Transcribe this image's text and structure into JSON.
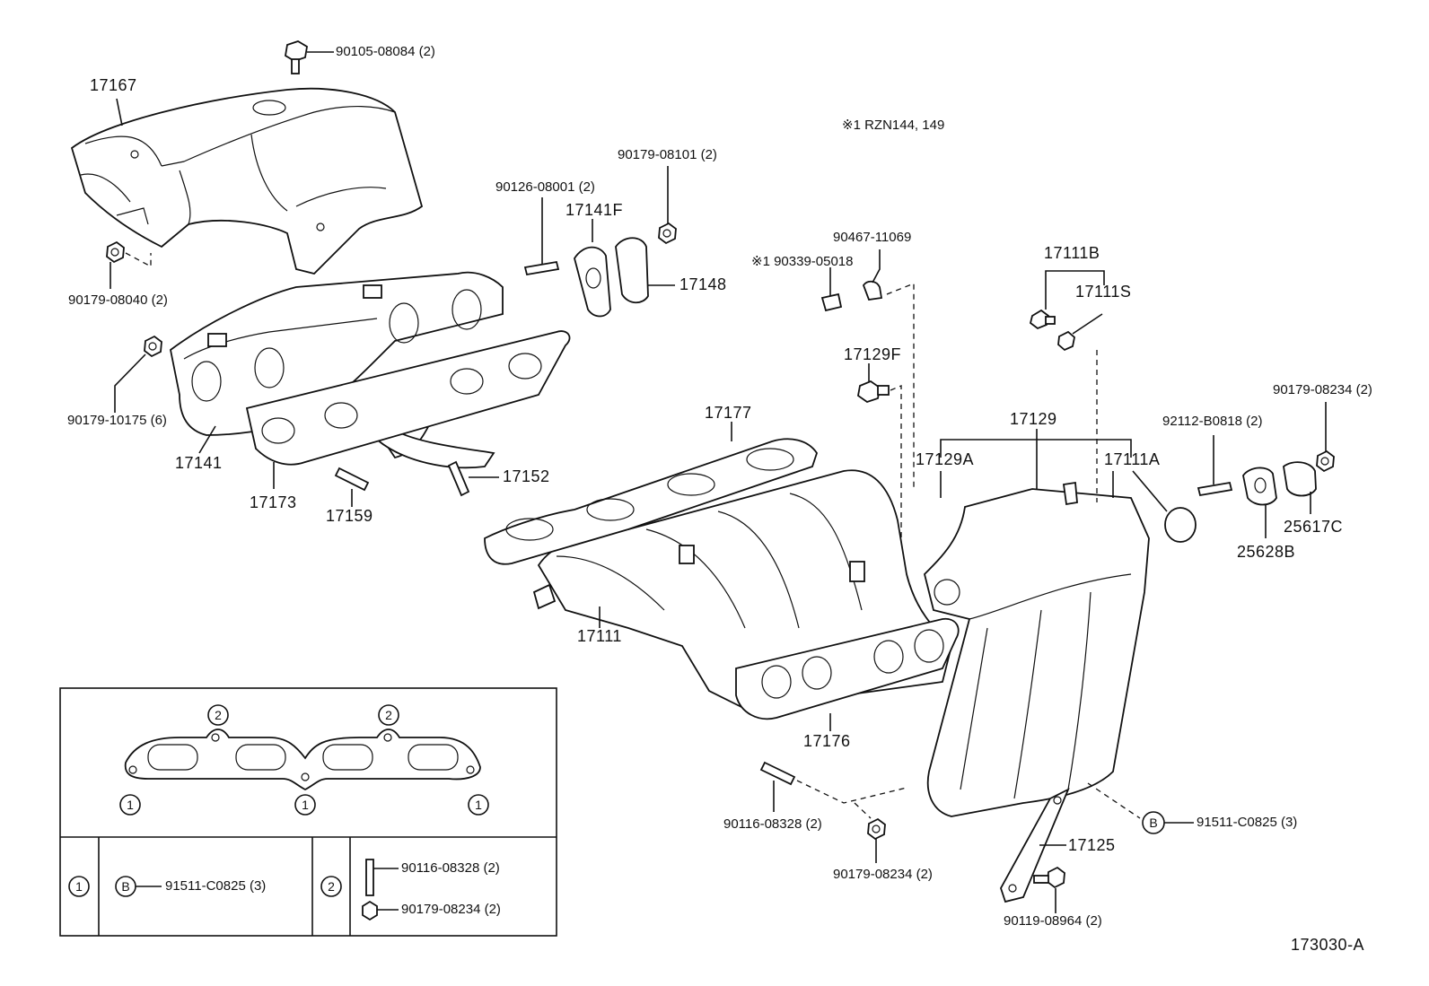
{
  "note": "※1 RZN144, 149",
  "drawing_number": "173030-A",
  "parts": {
    "p17167": "17167",
    "p90105": "90105-08084 (2)",
    "p90179_08040": "90179-08040 (2)",
    "p90179_10175": "90179-10175 (6)",
    "p17141": "17141",
    "p17173": "17173",
    "p17159": "17159",
    "p17152": "17152",
    "p90126": "90126-08001 (2)",
    "p17141F": "17141F",
    "p90179_08101": "90179-08101 (2)",
    "p17148": "17148",
    "p90339": "※1 90339-05018",
    "p90467": "90467-11069",
    "p17129F": "17129F",
    "p17111B": "17111B",
    "p17111S": "17111S",
    "p17129": "17129",
    "p17129A": "17129A",
    "p17111A": "17111A",
    "p92112": "92112-B0818 (2)",
    "p90179_08234_r": "90179-08234 (2)",
    "p25617C": "25617C",
    "p25628B": "25628B",
    "p17177": "17177",
    "p17111": "17111",
    "p17176": "17176",
    "p90116": "90116-08328 (2)",
    "p90179_08234_b": "90179-08234 (2)",
    "p91511": "91511-C0825 (3)",
    "p17125": "17125",
    "p90119": "90119-08964 (2)"
  },
  "legend": {
    "gasket_marks": {
      "one": "1",
      "two": "2"
    },
    "row1": {
      "mark": "1",
      "letter": "B",
      "part": "91511-C0825 (3)"
    },
    "row2": {
      "mark": "2",
      "stud": "90116-08328 (2)",
      "nut": "90179-08234 (2)"
    }
  },
  "callout_b": "B"
}
